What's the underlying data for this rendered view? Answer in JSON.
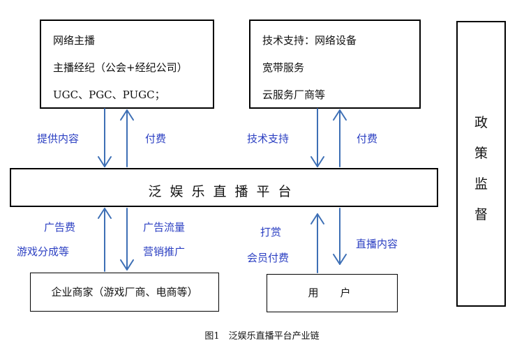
{
  "top_left_box": {
    "lines": [
      "网络主播",
      "主播经纪（公会+经纪公司）",
      "UGC、PGC、PUGC；"
    ]
  },
  "top_right_box": {
    "lines": [
      "技术支持：网络设备",
      "宽带服务",
      "云服务厂商等"
    ]
  },
  "platform": {
    "label": "泛娱乐直播平台"
  },
  "policy": {
    "label": "政\n策\n监\n督"
  },
  "bottom_left_box": {
    "label": "企业商家（游戏厂商、电商等）"
  },
  "bottom_right_box": {
    "label": "用　户"
  },
  "flows": {
    "provide_content": "提供内容",
    "pay_top_left": "付费",
    "tech_support": "技术支持",
    "pay_top_right": "付费",
    "ad_fee": "广告费",
    "game_share": "游戏分成等",
    "ad_traffic": "广告流量",
    "marketing": "营销推广",
    "tip": "打赏",
    "member_fee": "会员付费",
    "live_content": "直播内容"
  },
  "caption": "图1　泛娱乐直播平台产业链",
  "colors": {
    "line": "#3d6fb5",
    "label": "#2b3fc2",
    "border": "#000000"
  }
}
